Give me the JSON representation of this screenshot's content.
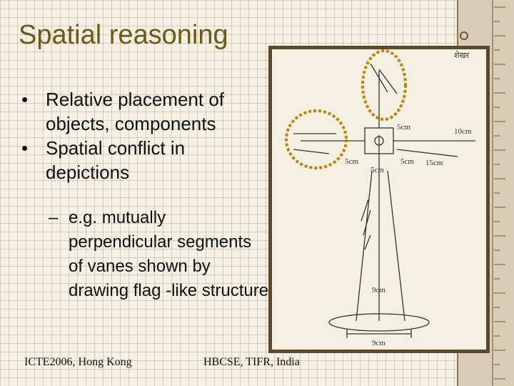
{
  "slide": {
    "title": "Spatial reasoning",
    "bullets": [
      "Relative placement of objects, components",
      "Spatial conflict in depictions"
    ],
    "sub_bullet": "e.g. mutually perpendicular segments of vanes shown by drawing flag -like structure",
    "bullet_marker": "•",
    "sub_marker": "–"
  },
  "footer": {
    "left": "ICTE2006, Hong Kong",
    "right": "HBCSE, TIFR, India"
  },
  "drawing": {
    "annotations": {
      "top_label": "शेखर",
      "a": "5cm",
      "b": "10cm",
      "c": "5cm",
      "d": "5cm",
      "e": "5cm",
      "f": "15cm",
      "g": "9cm",
      "h": "9cm"
    }
  },
  "colors": {
    "title": "#6b5a1a",
    "highlight_circle": "#b8860b",
    "frame": "#5a4a2e"
  }
}
